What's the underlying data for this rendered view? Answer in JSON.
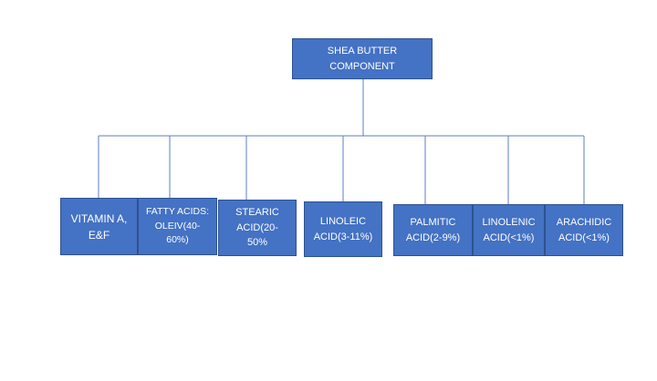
{
  "root": {
    "label": "SHEA BUTTER\nCOMPONENT"
  },
  "children": [
    {
      "label": "VITAMIN A,\nE&F"
    },
    {
      "label": "FATTY ACIDS:\nOLEIV(40-\n60%)"
    },
    {
      "label": "STEARIC\nACID(20-\n50%"
    },
    {
      "label": "LINOLEIC\nACID(3-11%)"
    },
    {
      "label": "PALMITIC\nACID(2-9%)"
    },
    {
      "label": "LINOLENIC\nACID(<1%)"
    },
    {
      "label": "ARACHIDIC\nACID(<1%)"
    }
  ],
  "colors": {
    "box_fill": "#4472c4",
    "box_border": "#2f528f",
    "connector": "#5b7fc4",
    "text": "#ffffff"
  }
}
